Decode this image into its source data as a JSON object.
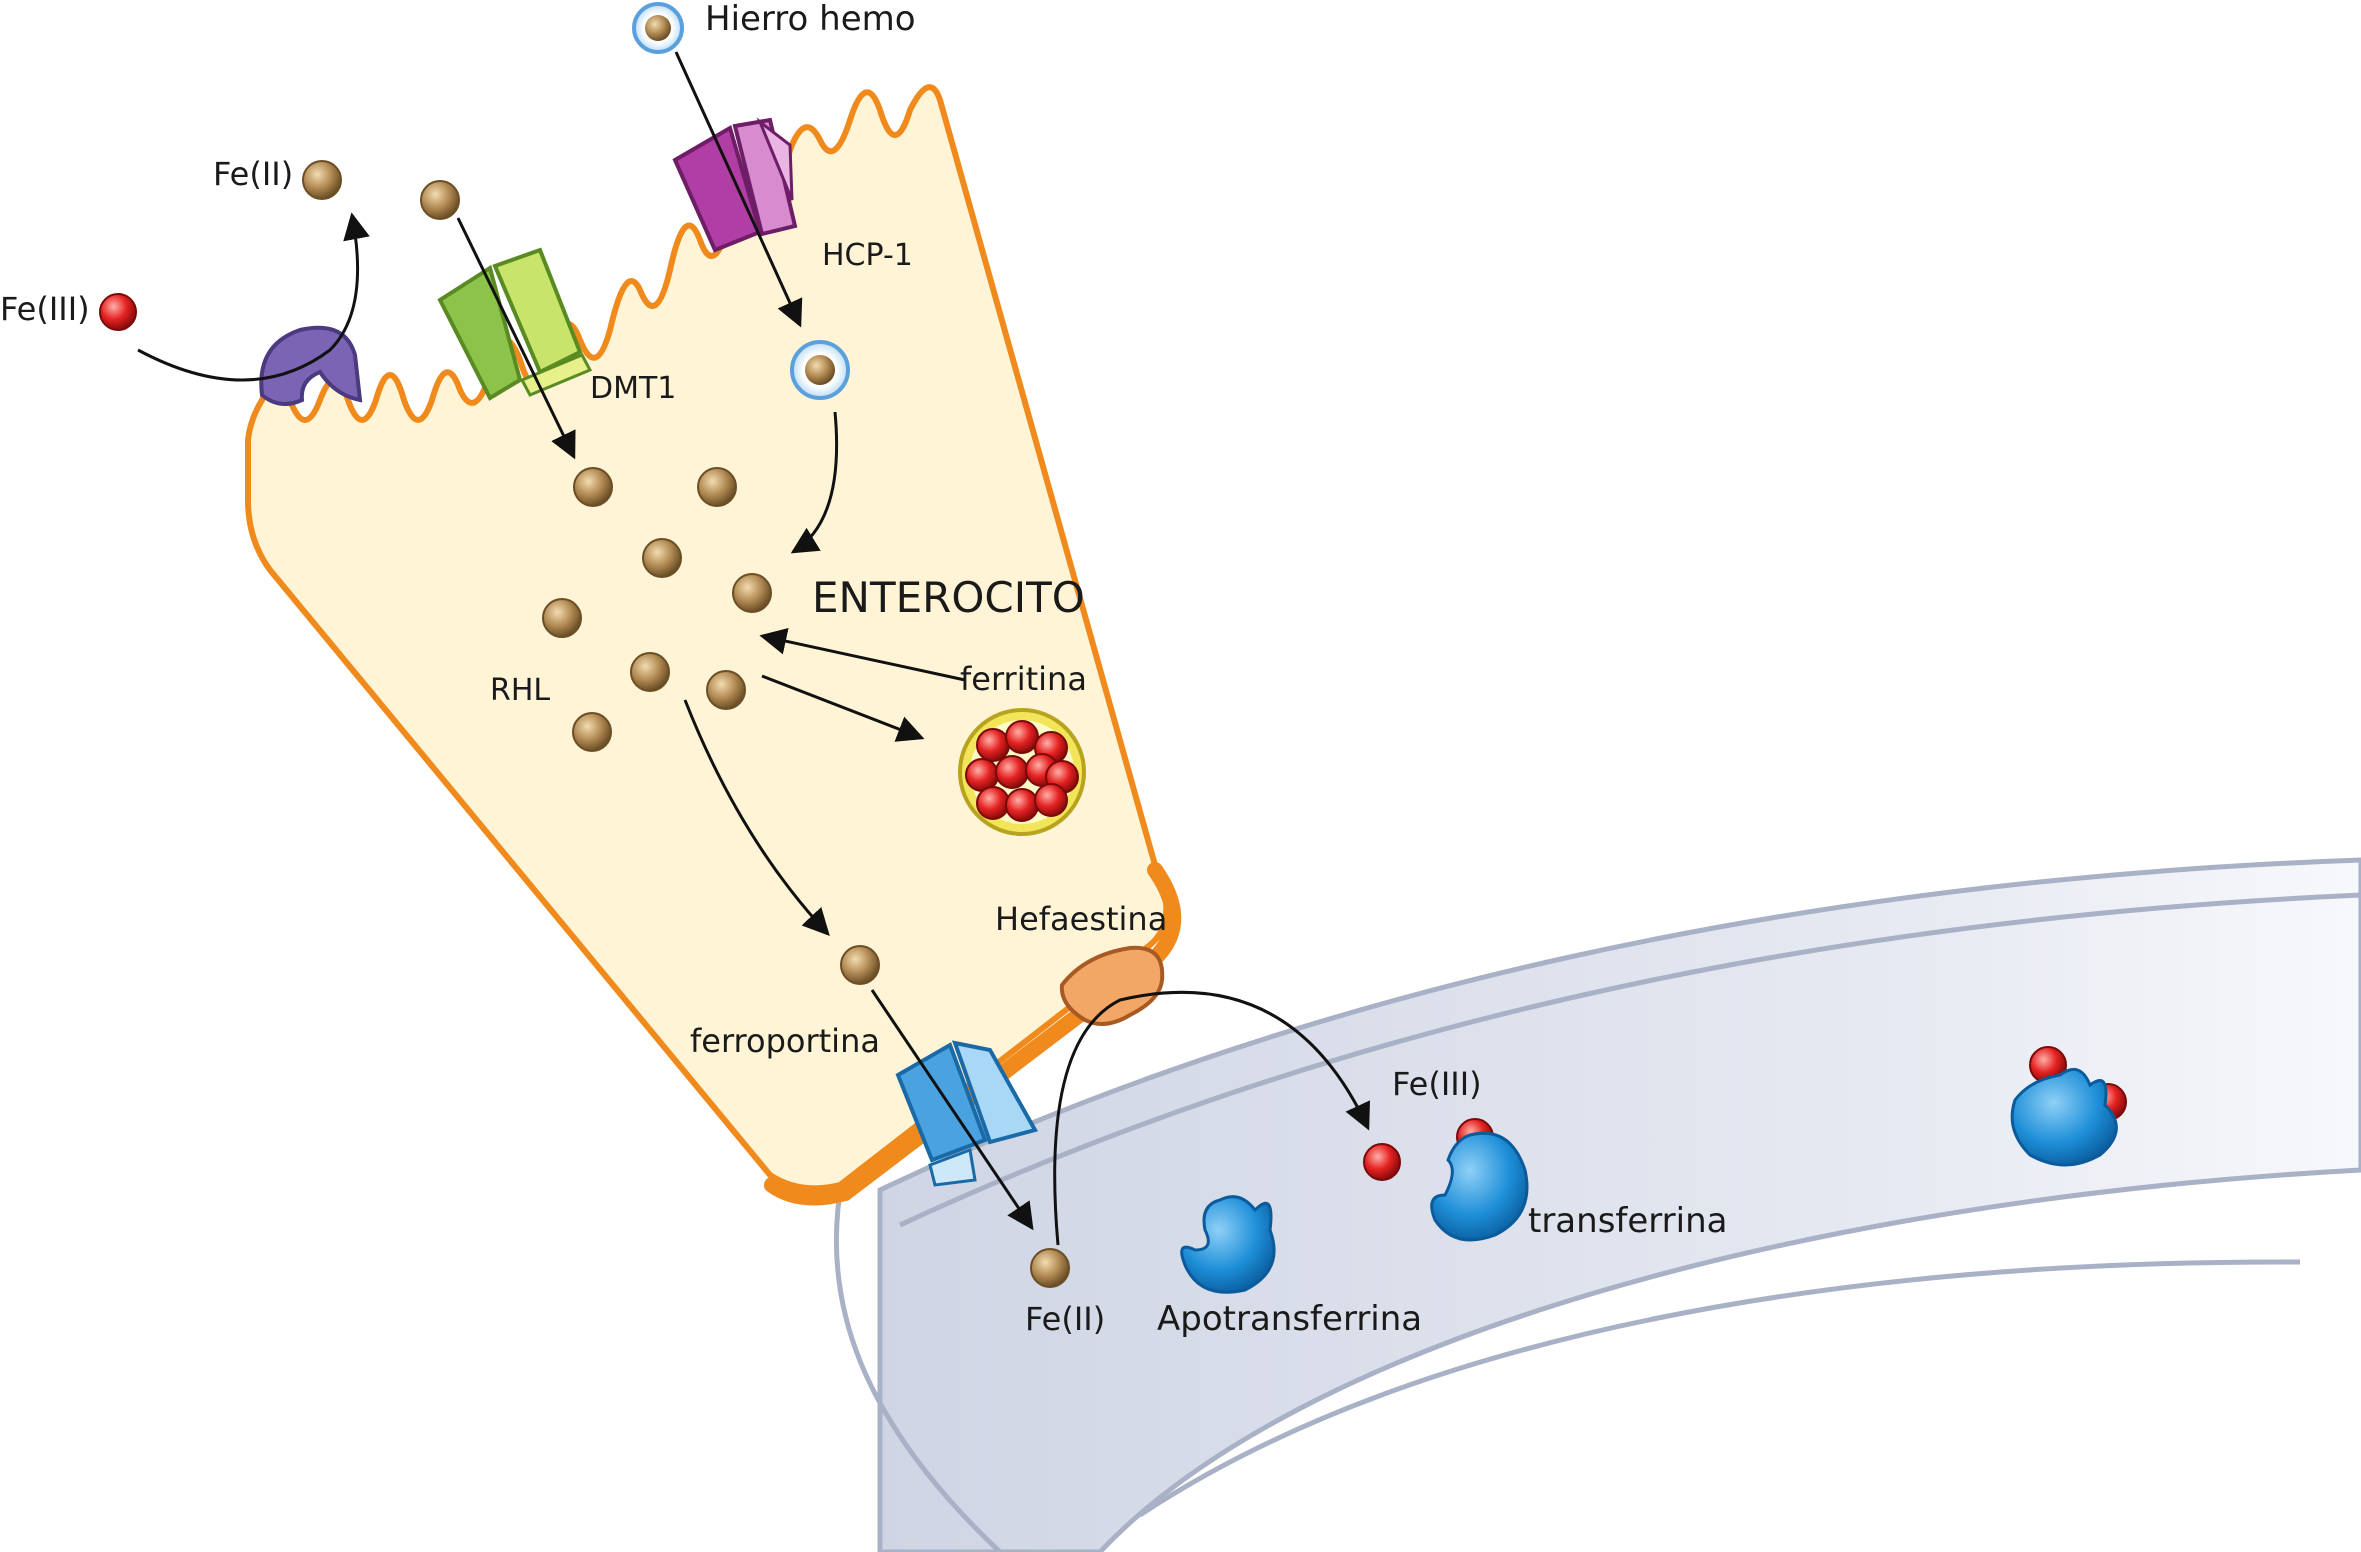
{
  "labels": {
    "hierro_hemo": "Hierro hemo",
    "fe_ii_top": "Fe(II)",
    "fe_iii_left": "Fe(III)",
    "hcp1": "HCP-1",
    "dmt1": "DMT1",
    "enterocito": "ENTEROCITO",
    "ferritina": "ferritina",
    "rhl": "RHL",
    "hefaestina": "Hefaestina",
    "ferroportina": "ferroportina",
    "fe_iii_blood": "Fe(III)",
    "transferrina": "transferrina",
    "fe_ii_bottom": "Fe(II)",
    "apotransferrina": "Apotransferrina"
  },
  "colors": {
    "cell_fill": "#fff5d6",
    "cell_border": "#f08a1c",
    "vessel_fill": "#dde2ee",
    "vessel_edge": "#a9b1c6",
    "fe_ii": "#b08a52",
    "fe_iii": "#e01e1e",
    "heme_ring": "#5aa0dc",
    "dmt1": "#9dce52",
    "hcp1": "#b03ea5",
    "reductase": "#7c64b4",
    "ferroportin": "#4aa3e0",
    "hephaestin": "#f2a766",
    "transferrin": "#1e8fd8",
    "ferritin_shell": "#f3e55a"
  }
}
